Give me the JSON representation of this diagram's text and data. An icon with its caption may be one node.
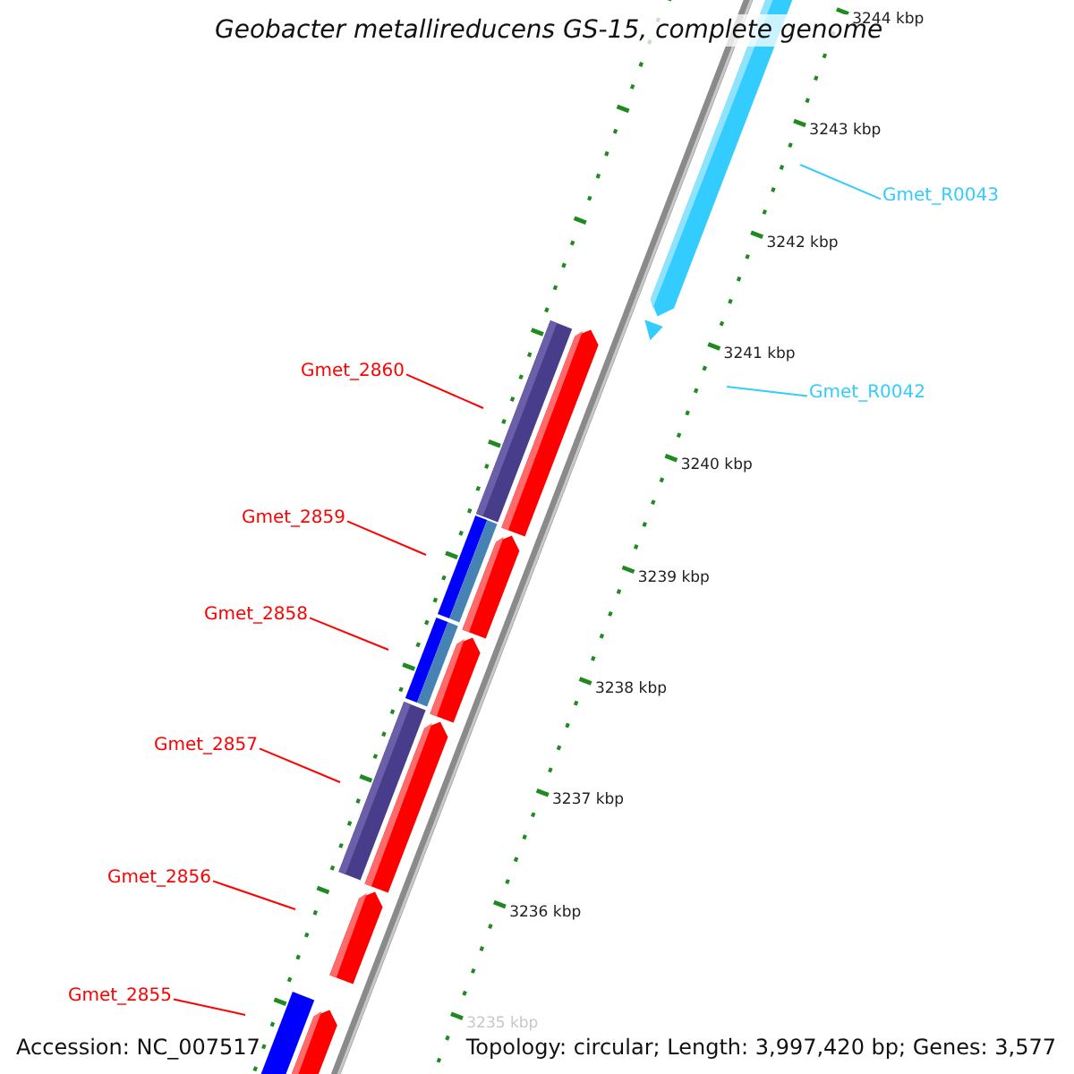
{
  "diagram": {
    "title": "Geobacter metallireducens GS-15, complete genome",
    "nodes": [
      {
        "text": [
          "Gmet_R0043"
        ]
      },
      {
        "text": [
          "Gmet_R0042"
        ]
      },
      {
        "text": [
          "Gmet_2860"
        ]
      },
      {
        "text": [
          "Gmet_2859"
        ]
      },
      {
        "text": [
          "Gmet_2858"
        ]
      },
      {
        "text": [
          "Gmet_2857"
        ]
      },
      {
        "text": [
          "Gmet_2856"
        ]
      },
      {
        "text": [
          "Gmet_2855"
        ]
      }
    ],
    "edges": [
      {
        "from": 0,
        "to": null,
        "arrow": "none",
        "color": "#33ccff"
      },
      {
        "from": 1,
        "to": null,
        "arrow": "none",
        "color": "#33ccff"
      },
      {
        "from": 2,
        "to": null,
        "arrow": "none"
      },
      {
        "from": 3,
        "to": null,
        "arrow": "none"
      },
      {
        "from": 4,
        "to": null,
        "arrow": "none"
      },
      {
        "from": 5,
        "to": null,
        "arrow": "none"
      },
      {
        "from": 6,
        "to": null,
        "arrow": "none"
      },
      {
        "from": 7,
        "to": null,
        "arrow": "none"
      }
    ],
    "labels": [
      "3244 kbp",
      "3243 kbp",
      "3242 kbp",
      "3241 kbp",
      "3240 kbp",
      "3239 kbp",
      "3238 kbp",
      "3237 kbp",
      "3236 kbp",
      "3235 kbp",
      "Accession: NC_007517",
      "Topology: circular; Length: 3,997,420 bp; Genes: 3,577"
    ]
  }
}
